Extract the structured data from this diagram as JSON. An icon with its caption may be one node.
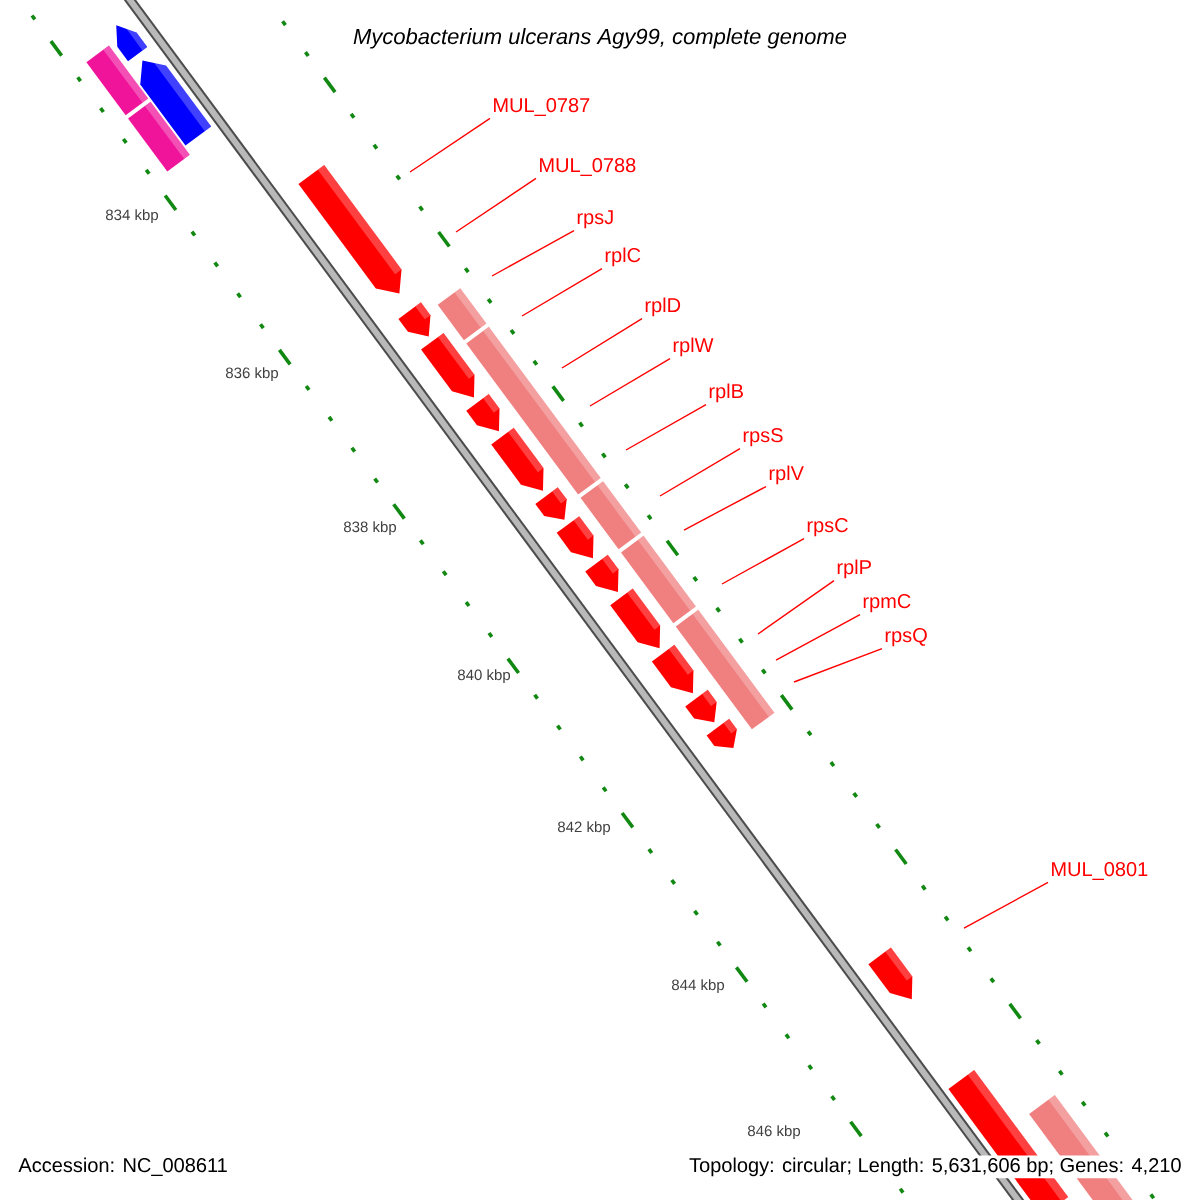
{
  "diagram": {
    "title": "Mycobacterium ulcerans Agy99, complete genome",
    "nodes": [
      {
        "text": [
          "MUL_0787"
        ]
      },
      {
        "text": [
          "MUL_0788"
        ]
      },
      {
        "text": [
          "rpsJ"
        ]
      },
      {
        "text": [
          "rplC"
        ]
      },
      {
        "text": [
          "rplD"
        ]
      },
      {
        "text": [
          "rplW"
        ]
      },
      {
        "text": [
          "rplB"
        ]
      },
      {
        "text": [
          "rpsS"
        ]
      },
      {
        "text": [
          "rplV"
        ]
      },
      {
        "text": [
          "rpsC"
        ]
      },
      {
        "text": [
          "rplP"
        ]
      },
      {
        "text": [
          "rpmC"
        ]
      },
      {
        "text": [
          "rpsQ"
        ]
      },
      {
        "text": [
          "MUL_0801"
        ]
      }
    ],
    "edges": [
      {
        "from": 0,
        "to": null,
        "arrow": "none"
      },
      {
        "from": 1,
        "to": null,
        "arrow": "none"
      },
      {
        "from": 2,
        "to": null,
        "arrow": "none"
      },
      {
        "from": 3,
        "to": null,
        "arrow": "none"
      },
      {
        "from": 4,
        "to": null,
        "arrow": "none"
      },
      {
        "from": 5,
        "to": null,
        "arrow": "none"
      },
      {
        "from": 6,
        "to": null,
        "arrow": "none"
      },
      {
        "from": 7,
        "to": null,
        "arrow": "none"
      },
      {
        "from": 8,
        "to": null,
        "arrow": "none"
      },
      {
        "from": 9,
        "to": null,
        "arrow": "none"
      },
      {
        "from": 10,
        "to": null,
        "arrow": "none"
      },
      {
        "from": 11,
        "to": null,
        "arrow": "none"
      },
      {
        "from": 12,
        "to": null,
        "arrow": "none"
      },
      {
        "from": 13,
        "to": null,
        "arrow": "none"
      }
    ],
    "labels": [
      "834 kbp",
      "836 kbp",
      "838 kbp",
      "840 kbp",
      "842 kbp",
      "844 kbp",
      "846 kbp",
      "Accession: NC_008611",
      "Topology: circular; Length: 5,631,606 bp; Genes: 4,210"
    ]
  }
}
